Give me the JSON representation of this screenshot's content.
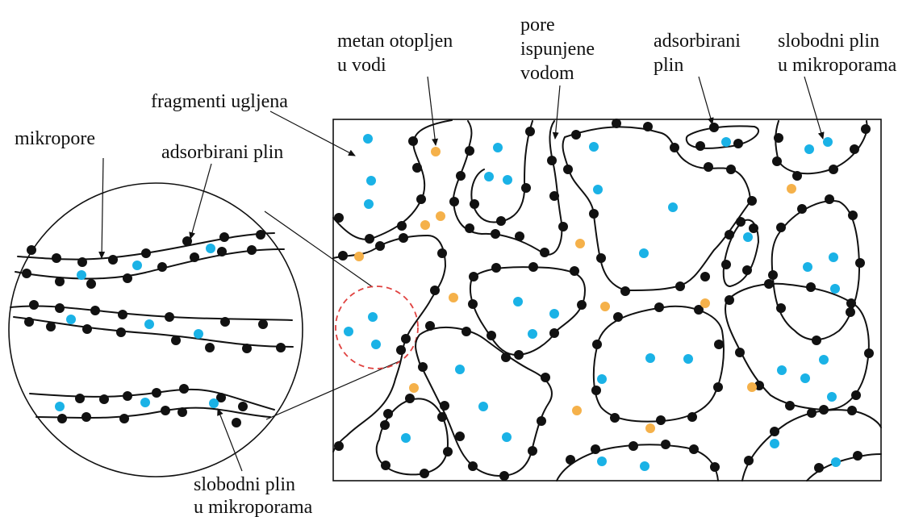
{
  "labels": {
    "micropores": "mikropore",
    "adsorbed_gas_zoom": "adsorbirani plin",
    "coal_fragments": "fragmenti ugljena",
    "methane_dissolved_line1": "metan otopljen",
    "methane_dissolved_line2": "u vodi",
    "pores_water_line1": "pore",
    "pores_water_line2": "ispunjene",
    "pores_water_line3": "vodom",
    "adsorbed_gas_line1": "adsorbirani",
    "adsorbed_gas_line2": "plin",
    "free_gas_top_line1": "slobodni plin",
    "free_gas_top_line2": "u mikroporama",
    "free_gas_bottom_line1": "slobodni plin",
    "free_gas_bottom_line2": "u mikroporama"
  },
  "colors": {
    "adsorbed_molecule": "#111111",
    "free_gas_molecule": "#1ab2e6",
    "dissolved_methane": "#f5b14a",
    "zoom_indicator": "#e0413f",
    "line": "#111111"
  }
}
